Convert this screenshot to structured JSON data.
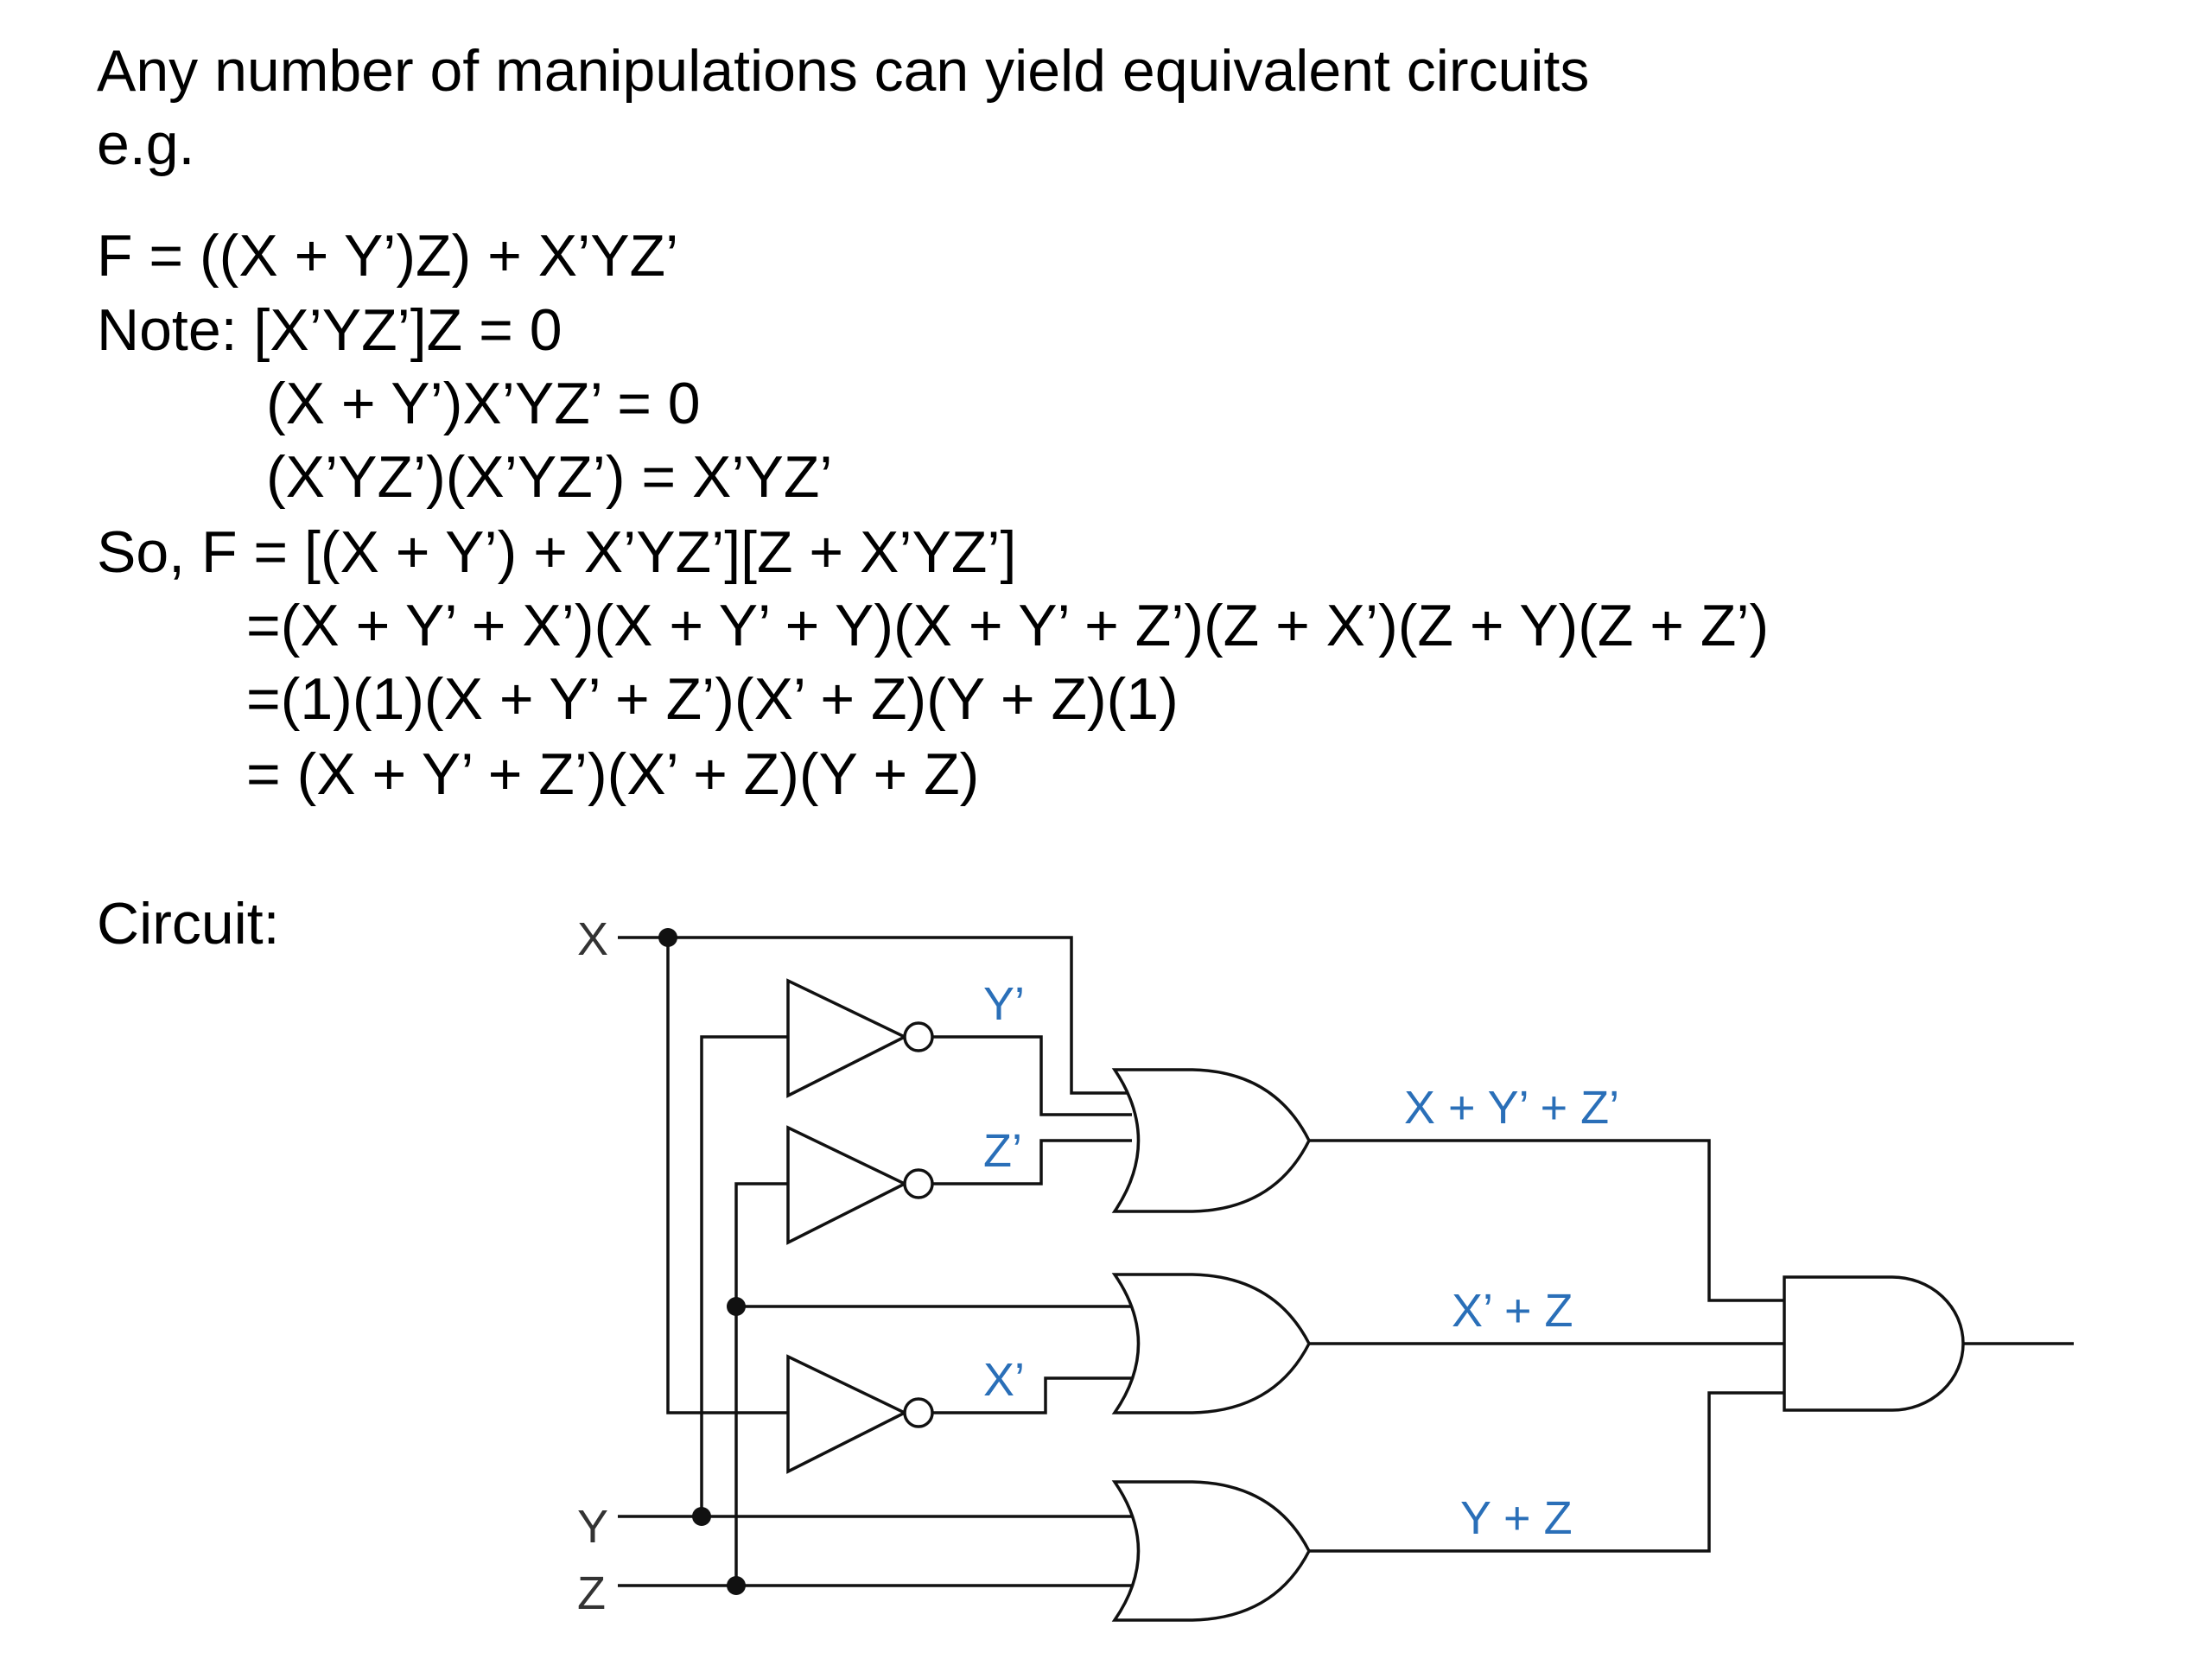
{
  "text": {
    "intro": "Any number of manipulations can yield equivalent circuits",
    "eg": "e.g.",
    "f_def": "F = ((X + Y’)Z) + X’YZ’",
    "note": "Note: [X’YZ’]Z = 0",
    "note2": "(X + Y’)X’YZ’ = 0",
    "note3": "(X’YZ’)(X’YZ’) = X’YZ’",
    "so": "So, F = [(X + Y’) + X’YZ’][Z + X’YZ’]",
    "step1": "=(X + Y’ + X’)(X + Y’ + Y)(X + Y’ + Z’)(Z + X’)(Z + Y)(Z + Z’)",
    "step2": "=(1)(1)(X + Y’ + Z’)(X’ + Z)(Y + Z)(1)",
    "step3": "= (X + Y’ + Z’)(X’ + Z)(Y + Z)",
    "circuit_label": "Circuit:"
  },
  "circuit": {
    "inputs": {
      "x": "X",
      "y": "Y",
      "z": "Z"
    },
    "inverter_outputs": {
      "y_not": "Y’",
      "z_not": "Z’",
      "x_not": "X’"
    },
    "gate_outputs": {
      "or1": "X + Y’ + Z’",
      "or2": "X’ + Z",
      "or3": "Y + Z"
    },
    "wire_color": "#111111",
    "label_color": "#2a6fb8"
  }
}
